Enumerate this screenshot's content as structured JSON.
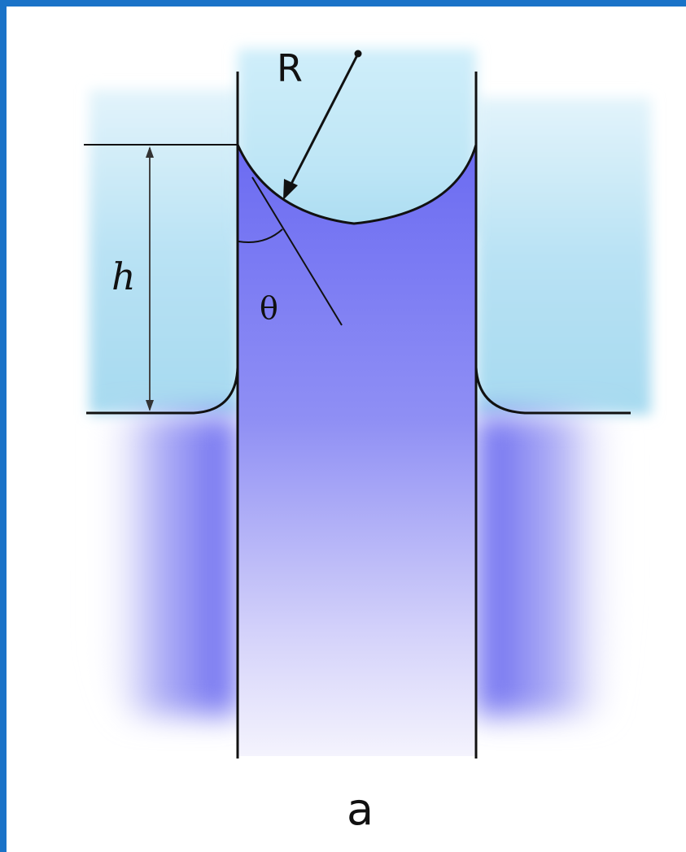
{
  "diagram": {
    "labels": {
      "radius": "R",
      "height": "h",
      "angle": "θ",
      "caption": "a"
    },
    "colors": {
      "border": "#1a73c8",
      "liquid_dark": "#6b6bf2",
      "liquid_light": "#e8e6fb",
      "air_blue": "#a8dcf0",
      "line": "#111111"
    }
  }
}
